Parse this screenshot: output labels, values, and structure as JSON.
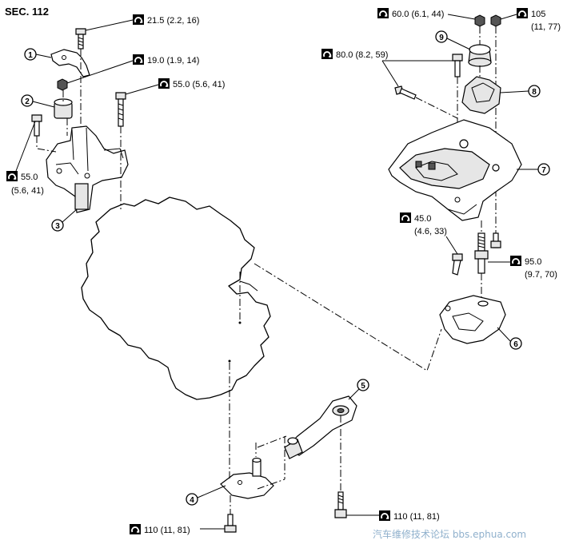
{
  "section_code": "SEC. 112",
  "callouts": [
    {
      "id": "1",
      "label": "1"
    },
    {
      "id": "2",
      "label": "2"
    },
    {
      "id": "3",
      "label": "3"
    },
    {
      "id": "4",
      "label": "4"
    },
    {
      "id": "5",
      "label": "5"
    },
    {
      "id": "6",
      "label": "6"
    },
    {
      "id": "7",
      "label": "7"
    },
    {
      "id": "8",
      "label": "8"
    },
    {
      "id": "9",
      "label": "9"
    }
  ],
  "torques": {
    "t1": {
      "line1": "21.5 (2.2, 16)"
    },
    "t2": {
      "line1": "19.0 (1.9, 14)"
    },
    "t3": {
      "line1": "55.0 (5.6, 41)"
    },
    "t4": {
      "line1": "55.0",
      "line2": "(5.6, 41)"
    },
    "t5": {
      "line1": "60.0 (6.1, 44)"
    },
    "t6": {
      "line1": "105",
      "line2": "(11, 77)"
    },
    "t7": {
      "line1": "80.0 (8.2, 59)"
    },
    "t8": {
      "line1": "45.0",
      "line2": "(4.6, 33)"
    },
    "t9": {
      "line1": "95.0",
      "line2": "(9.7, 70)"
    },
    "t10": {
      "line1": "110 (11, 81)"
    },
    "t11": {
      "line1": "110 (11, 81)"
    }
  },
  "watermark": "汽车维修技术论坛 bbs.ephua.com",
  "torque_icon": "torque-wrench-icon"
}
